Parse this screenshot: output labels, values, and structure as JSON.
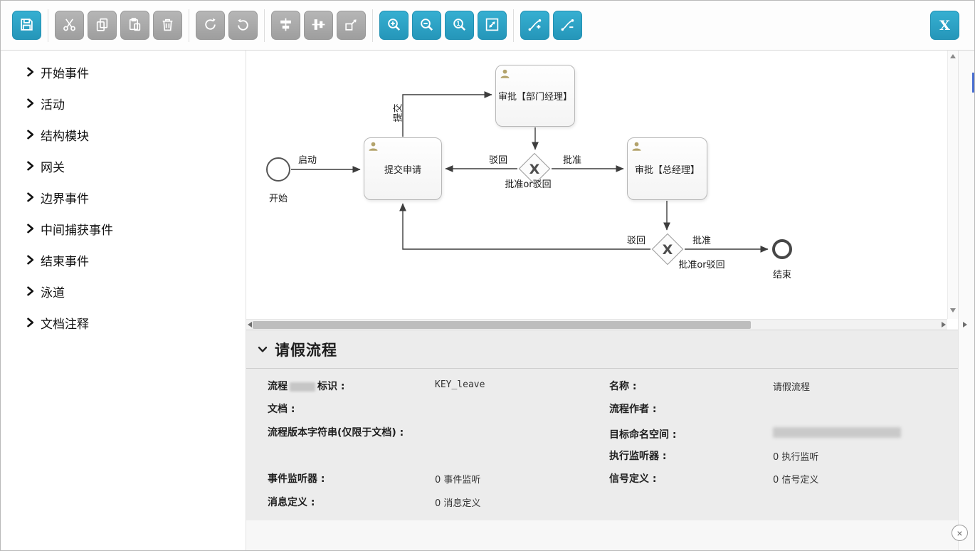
{
  "colors": {
    "accent": "#2ba3c6",
    "disabled_button": "#a8a8a8",
    "edge": "#3d3d3d"
  },
  "toolbar": {
    "close_label": "X"
  },
  "icons": {
    "close_glyph": "×",
    "zoom_actual_digit": "1"
  },
  "palette": {
    "items": [
      {
        "label": "开始事件"
      },
      {
        "label": "活动"
      },
      {
        "label": "结构模块"
      },
      {
        "label": "网关"
      },
      {
        "label": "边界事件"
      },
      {
        "label": "中间捕获事件"
      },
      {
        "label": "结束事件"
      },
      {
        "label": "泳道"
      },
      {
        "label": "文档注释"
      }
    ]
  },
  "diagram": {
    "start_label": "开始",
    "end_label": "结束",
    "task_submit": "提交申请",
    "task_dept_manager": "审批【部门经理】",
    "task_general_manager": "审批【总经理】",
    "edge_launch": "启动",
    "edge_submit": "提交",
    "edge_reject": "驳回",
    "edge_approve": "批准",
    "gateway_caption": "批准or驳回",
    "gateway_marker": "X"
  },
  "properties": {
    "title": "请假流程",
    "process_key_label_prefix": "流程",
    "process_key_label_suffix": "标识 :",
    "process_key_value": "KEY_leave",
    "name_label": "名称 :",
    "name_value": "请假流程",
    "doc_label": "文档 :",
    "author_label": "流程作者 :",
    "version_label": "流程版本字符串(仅限于文档) :",
    "namespace_label": "目标命名空间 :",
    "execution_listener_label": "执行监听器 :",
    "execution_listener_value": "0 执行监听",
    "event_listener_label": "事件监听器 :",
    "event_listener_value": "0 事件监听",
    "signal_label": "信号定义 :",
    "signal_value": "0 信号定义",
    "message_label": "消息定义 :",
    "message_value": "0 消息定义"
  }
}
